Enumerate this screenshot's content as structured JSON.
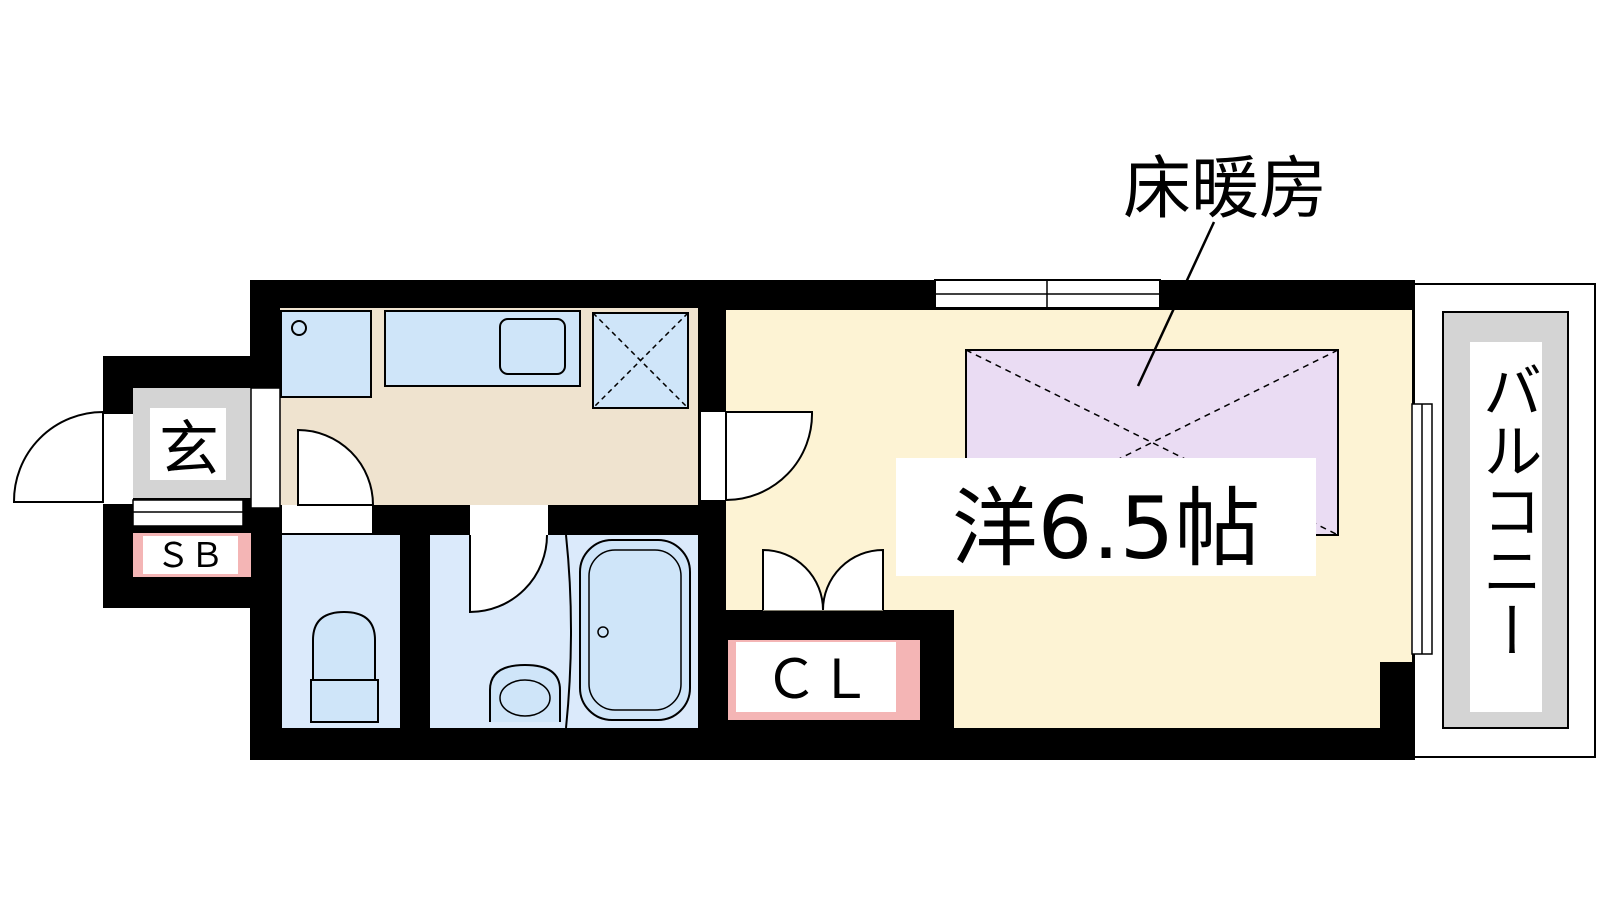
{
  "labels": {
    "floor_heating": "床暖房",
    "entrance": "玄",
    "shoe_box": "ＳＢ",
    "closet": "ＣＬ",
    "room": "洋6.5帖",
    "balcony": "バルコニー"
  },
  "colors": {
    "wall": "#000000",
    "kitchen_floor": "#efe3cf",
    "room_floor": "#fdf3d4",
    "wet_area": "#dbeafb",
    "fixture": "#cfe5f9",
    "floor_heating_area": "#eadcf3",
    "entrance_floor": "#d4d4d4",
    "pink_accent": "#f4b5b5",
    "balcony_floor": "#d4d4d4"
  }
}
